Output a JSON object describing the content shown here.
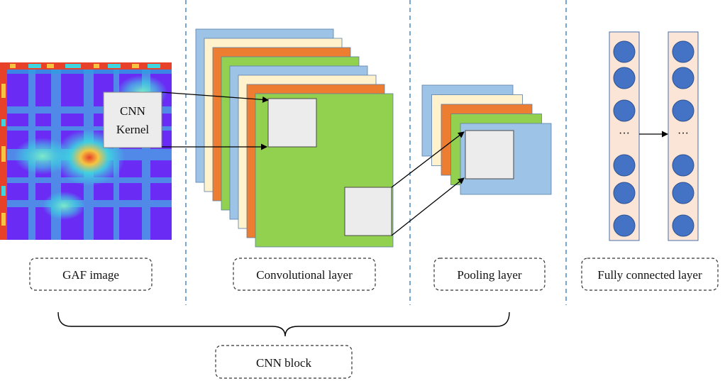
{
  "labels": {
    "kernel_line1": "CNN",
    "kernel_line2": "Kernel",
    "gaf_image": "GAF image",
    "convolutional_layer": "Convolutional layer",
    "pooling_layer": "Pooling layer",
    "fully_connected_layer": "Fully connected layer",
    "cnn_block": "CNN block",
    "ellipsis": "···"
  },
  "colors": {
    "blue": "#9dc3e6",
    "cream": "#fff2cc",
    "orange": "#ed7d31",
    "green": "#92d050",
    "kernel_fill": "#ececec",
    "neuron_column": "#fbe5d6",
    "neuron": "#4472c4",
    "divider": "#2e75b6",
    "heatmap_low": "#6a2cf5",
    "heatmap_mid": "#3dd6e0",
    "heatmap_high": "#e8412a"
  },
  "conv_stack_colors": [
    "blue",
    "cream",
    "orange",
    "green",
    "blue",
    "cream",
    "orange",
    "green"
  ],
  "pool_stack_colors": [
    "blue",
    "cream",
    "orange",
    "green",
    "blue"
  ],
  "fc_neurons_per_column": 6
}
